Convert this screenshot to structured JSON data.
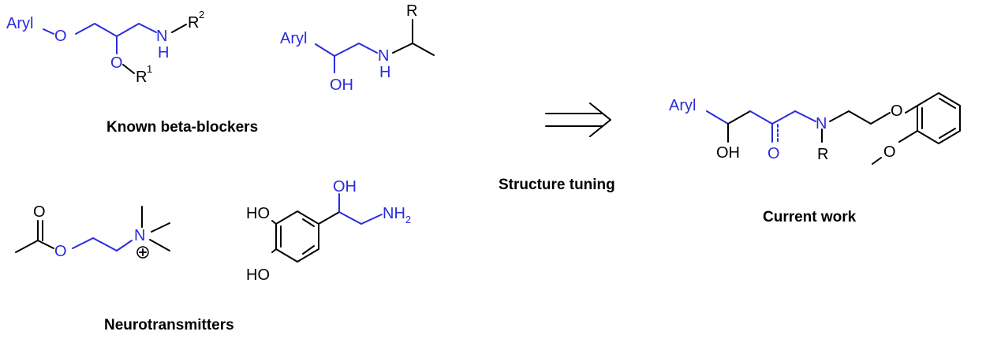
{
  "colors": {
    "highlight": "#2b2bdc",
    "ink": "#000000"
  },
  "labels": {
    "aryl": "Aryl",
    "o": "O",
    "n": "N",
    "h": "H",
    "oh": "OH",
    "ho": "HO",
    "r": "R",
    "r1": "R",
    "r2": "R",
    "sup1": "1",
    "sup2": "2",
    "nh": "NH",
    "sub2": "2",
    "plus": "+"
  },
  "captions": {
    "beta_blockers": "Known beta-blockers",
    "neurotransmitters": "Neurotransmitters",
    "structure_tuning": "Structure tuning",
    "current_work": "Current work"
  }
}
